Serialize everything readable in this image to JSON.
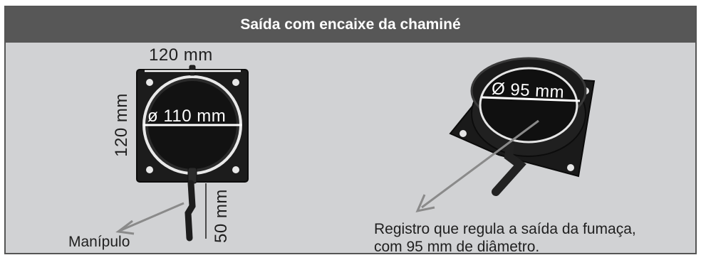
{
  "header": {
    "title": "Saída com encaixe da chaminé"
  },
  "left_product": {
    "width_label": "120 mm",
    "height_label": "120 mm",
    "diameter_label": "ø 110 mm",
    "handle_length_label": "50 mm",
    "handle_caption": "Manípulo"
  },
  "right_product": {
    "diameter_label": "Ø 95 mm",
    "caption_line1": "Registro que regula a saída da fumaça,",
    "caption_line2": "com 95 mm de diâmetro."
  }
}
